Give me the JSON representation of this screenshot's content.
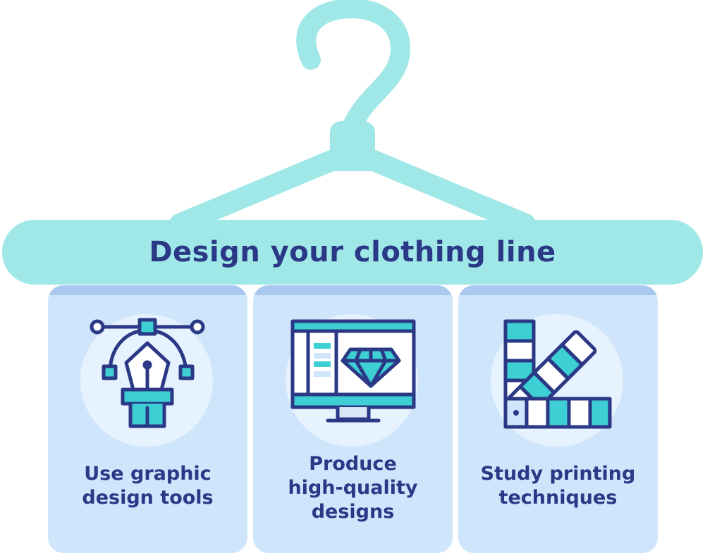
{
  "title": "Design your clothing line",
  "colors": {
    "hanger": "#a0e8e7",
    "navy": "#2a3886",
    "card": "#cfe5fb",
    "circle": "#e6f2fd",
    "teal": "#3dcfd3"
  },
  "steps": [
    {
      "caption_lines": [
        "Use graphic",
        "design tools"
      ],
      "icon": "pen-tool-icon"
    },
    {
      "caption_lines": [
        "Produce",
        "high-quality",
        "designs"
      ],
      "icon": "monitor-diamond-icon"
    },
    {
      "caption_lines": [
        "Study printing",
        "techniques"
      ],
      "icon": "color-swatch-icon"
    }
  ]
}
